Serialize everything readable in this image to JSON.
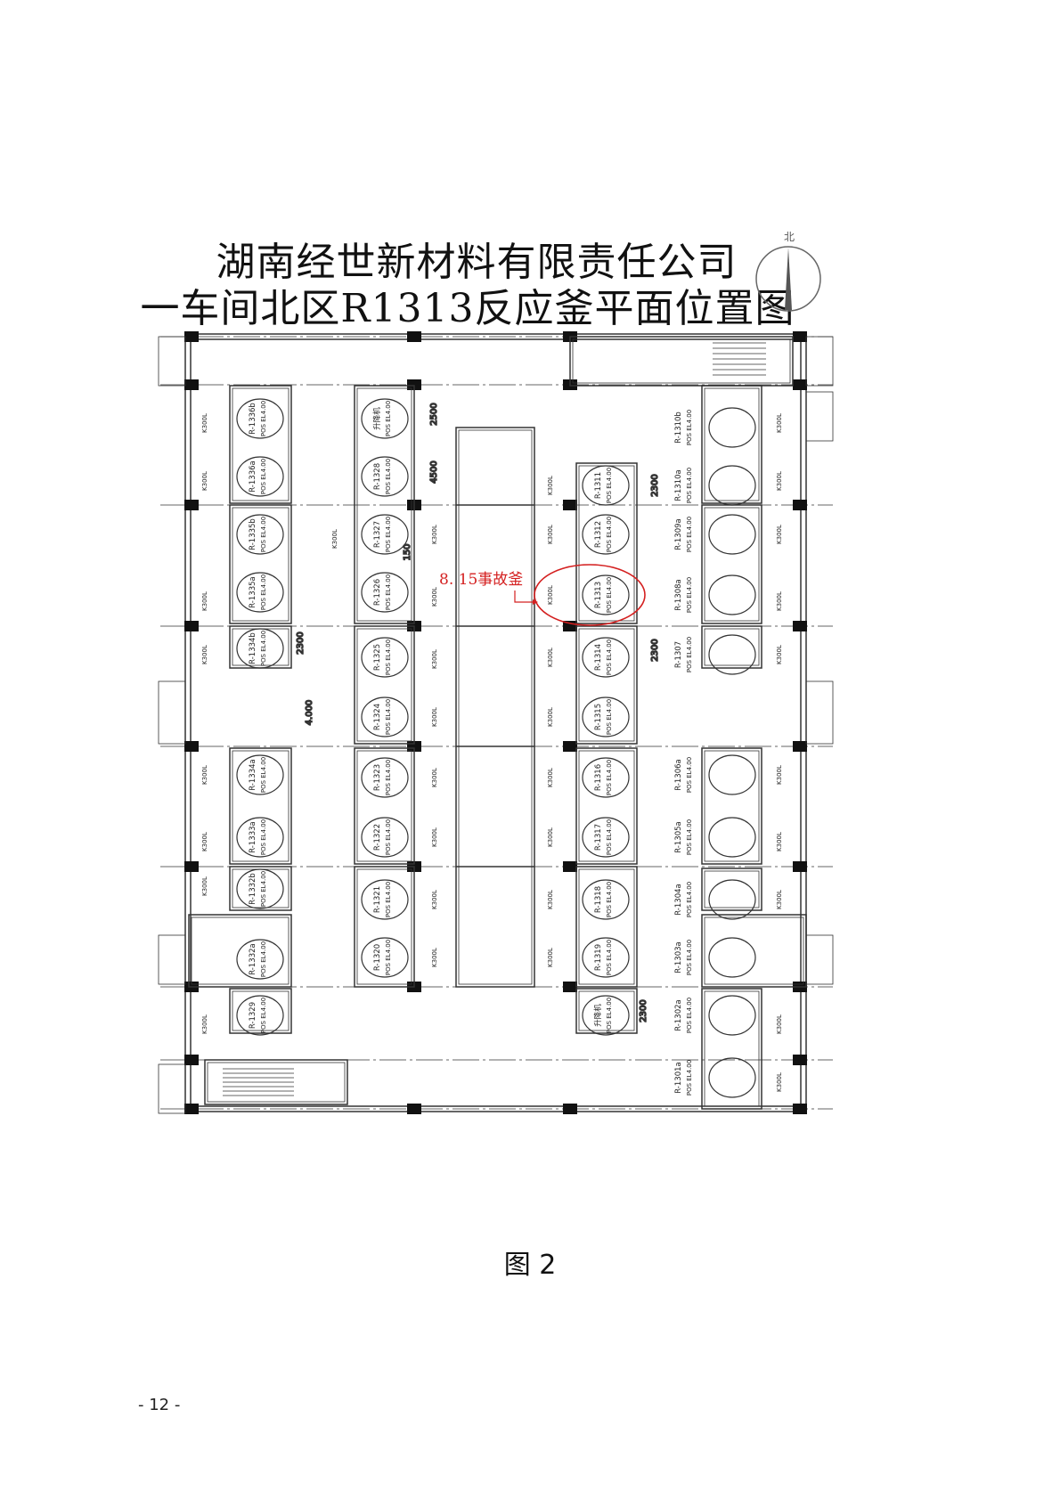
{
  "document": {
    "title_line1": "湖南经世新材料有限责任公司",
    "title_line2": "一车间北区R1313反应釜平面位置图",
    "north_label": "北",
    "caption": "图 2",
    "page_number": "- 12 -"
  },
  "plan": {
    "accident_label": "8. 15事故釜",
    "accident_color": "#d42020",
    "dimensions": [
      "2500",
      "4500",
      "2300",
      "2300",
      "2300",
      "2300",
      "150",
      "4.000"
    ],
    "vessel_elevation": "POS EL4.00",
    "bay_label": "K300L",
    "left_vessels": [
      "R-1336b",
      "R-1336a",
      "R-1335b",
      "R-1335a",
      "R-1334b",
      "R-1334a",
      "R-1333a",
      "R-1332b",
      "R-1332a",
      "R-1329"
    ],
    "center_left_vessels": [
      "升降机",
      "R-1328",
      "R-1327",
      "R-1326",
      "R-1325",
      "R-1324",
      "R-1323",
      "R-1322",
      "R-1321",
      "R-1320"
    ],
    "center_right_vessels": [
      "R-1311",
      "R-1312",
      "R-1313",
      "R-1314",
      "R-1315",
      "R-1316",
      "R-1317",
      "R-1318",
      "R-1319",
      "升降机"
    ],
    "right_vessels": [
      "R-1310b",
      "R-1310a",
      "R-1309a",
      "R-1308a",
      "R-1307",
      "R-1306a",
      "R-1305a",
      "R-1304a",
      "R-1303a",
      "R-1302a",
      "R-1301a"
    ]
  }
}
